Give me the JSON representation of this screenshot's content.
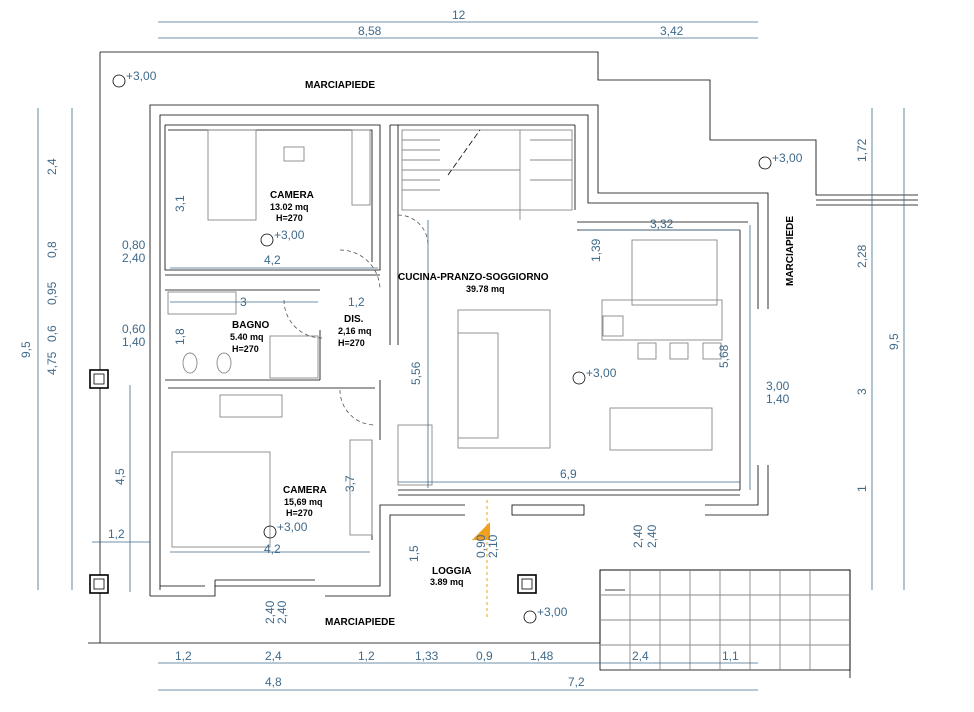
{
  "rooms": {
    "camera1": {
      "name": "CAMERA",
      "area": "13.02 mq",
      "height": "H=270"
    },
    "camera2": {
      "name": "CAMERA",
      "area": "15,69 mq",
      "height": "H=270"
    },
    "bagno": {
      "name": "BAGNO",
      "area": "5.40 mq",
      "height": "H=270"
    },
    "dis": {
      "name": "DIS.",
      "area": "2,16 mq",
      "height": "H=270"
    },
    "cucina": {
      "name": "CUCINA-PRANZO-SOGGIORNO",
      "area": "39.78 mq"
    },
    "loggia": {
      "name": "LOGGIA",
      "area": "3.89 mq"
    }
  },
  "labels": {
    "sidewalk_top": "MARCIAPIEDE",
    "sidewalk_bottom": "MARCIAPIEDE",
    "sidewalk_right": "MARCIAPIEDE"
  },
  "levels": {
    "l1": "+3,00",
    "l2": "+3,00",
    "l3": "+3,00",
    "l4": "+3,00",
    "l5": "+3,00",
    "l6": "+3,00"
  },
  "dims_top": {
    "total": "12",
    "left": "8,58",
    "right": "3,42"
  },
  "dims_bottom": {
    "segments": [
      "1,2",
      "2,4",
      "1,2",
      "1,33",
      "0,9",
      "1,48",
      "2,4",
      "1,1"
    ],
    "total_left": "4,8",
    "total_right": "7,2"
  },
  "dims_left": {
    "c1": "2,4",
    "c2": "0,8",
    "c3": "0,95",
    "c4": "0,6",
    "c5": "4,75",
    "total": "9,5",
    "lower": "4,5",
    "loggia_w": "1,2"
  },
  "dims_right": {
    "a": "1,72",
    "b": "2,28",
    "c": "3",
    "d": "1",
    "total": "9,5"
  },
  "interior_dims": {
    "w_3_1": "3,1",
    "w_4_2a": "4,2",
    "w_3": "3",
    "w_1_2": "1,2",
    "w_1_8": "1,8",
    "w_3_7": "3,7",
    "w_4_2b": "4,2",
    "w_1_5": "1,5",
    "w_5_56": "5,56",
    "w_3_32": "3,32",
    "w_1_39": "1,39",
    "w_5_68": "5,68",
    "w_6_9": "6,9"
  },
  "openings": {
    "o1a": "0,80",
    "o1b": "2,40",
    "o2a": "0,60",
    "o2b": "1,40",
    "o3a": "3,00",
    "o3b": "1,40",
    "o4a": "2,40",
    "o4b": "2,40",
    "o5a": "0,90",
    "o5b": "2,10",
    "o6a": "2,40",
    "o6b": "2,40"
  },
  "colors": {
    "dimension": "#3f6a8a",
    "wall": "#000000",
    "accent": "#f0a020"
  }
}
